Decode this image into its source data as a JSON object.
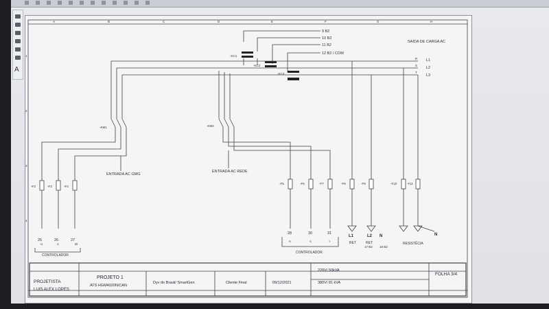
{
  "window": {
    "title": ""
  },
  "toolbar": {
    "tool_a_label": "A"
  },
  "frame": {
    "columns": [
      "A",
      "B",
      "C",
      "D",
      "E",
      "F",
      "G",
      "H"
    ],
    "rows": [
      "1",
      "2",
      "3",
      "4"
    ]
  },
  "signals": {
    "s1": "9 B2",
    "s2": "10 B2",
    "s3": "11 B2",
    "s4": "12 B2 / COM"
  },
  "output": {
    "title": "SAIDA DE CARGA AC",
    "phases": [
      "L1",
      "L2",
      "L3"
    ],
    "phase_tags": [
      "R",
      "S",
      "T"
    ]
  },
  "contactors": {
    "kc1": "-KC1",
    "kc2": "-KC2",
    "kc3": "-KC3",
    "km1": "-KM1",
    "km2": "-KM2"
  },
  "entries": {
    "gmg": "ENTRADA AC GMG",
    "rede": "ENTRADA AC REDE"
  },
  "fuses": {
    "left": [
      "-F3",
      "-F3",
      "-F4"
    ],
    "right": [
      "-F5",
      "-F6",
      "-F7",
      "-F8",
      "-F9",
      "-F10",
      "-F11"
    ]
  },
  "terminals": {
    "left_numbers": [
      "25",
      "26",
      "27"
    ],
    "left_letters": [
      "U",
      "V",
      "W"
    ],
    "mid_numbers": [
      "28",
      "30",
      "31"
    ],
    "mid_letters": [
      "R",
      "S",
      "T"
    ],
    "right_l1": "L1",
    "right_l2": "L2",
    "right_n": "N",
    "right_n2": "N",
    "ret1": "RET",
    "ret2": "RET",
    "ret2_sub": "17 B2",
    "ret2_sub2": "16 B2",
    "resist": "RESISTÊCIA"
  },
  "group_labels": {
    "controller_left": "CONTROLADOR",
    "controller_mid": "CONTROLADOR"
  },
  "title_block": {
    "designer_label": "PROJETISTA",
    "designer_name": "LUIS ALEX LOPES",
    "project_title": "PROJETO 1",
    "project_sub": "ATS HGM4020N/CAN",
    "company": "Dyv do Brasil/ SmartGen",
    "client": "Cliente Final",
    "date": "09/12/2021",
    "power1": "220V/ 50kVA",
    "power2": "380V/ 81 kVA",
    "sheet": "FOLHA 3/4"
  }
}
